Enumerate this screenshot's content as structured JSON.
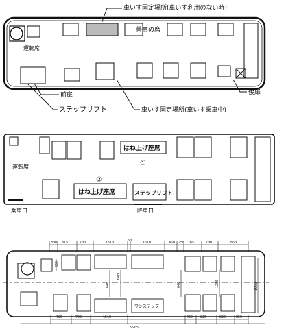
{
  "figure1": {
    "wheelchair_spot_no_user": "車いす固定場所(車いす利用のない時)",
    "priority_seat": "善意の席",
    "driver_seat": "運転席",
    "front_door": "前扉",
    "step_lift": "ステップリフト",
    "wheelchair_spot_in_use": "車いす固定場所(車いす乗車中)",
    "rear_door": "後扉"
  },
  "figure2": {
    "flip_seat_1": "はね上げ座席",
    "circle_1": "①",
    "driver_seat": "運転席",
    "circle_2": "②",
    "flip_seat_2": "はね上げ座席",
    "step_lift": "ステップリフト",
    "boarding_door": "乗車口",
    "alighting_door": "降車口"
  },
  "figure3": {
    "top_dims": [
      "300",
      "815",
      "700",
      "1510",
      "60",
      "1510",
      "460",
      "250",
      "765",
      "700",
      "850"
    ],
    "bottom_dims": [
      "785",
      "700",
      "1510",
      "420",
      "825",
      "820",
      "850"
    ],
    "total_length": "9905",
    "vertical_dims": [
      "300",
      "640",
      "640",
      "640",
      "1200",
      "1663"
    ],
    "step_lift": "ワンステップ"
  },
  "colors": {
    "line": "#111111",
    "background": "#ffffff"
  }
}
